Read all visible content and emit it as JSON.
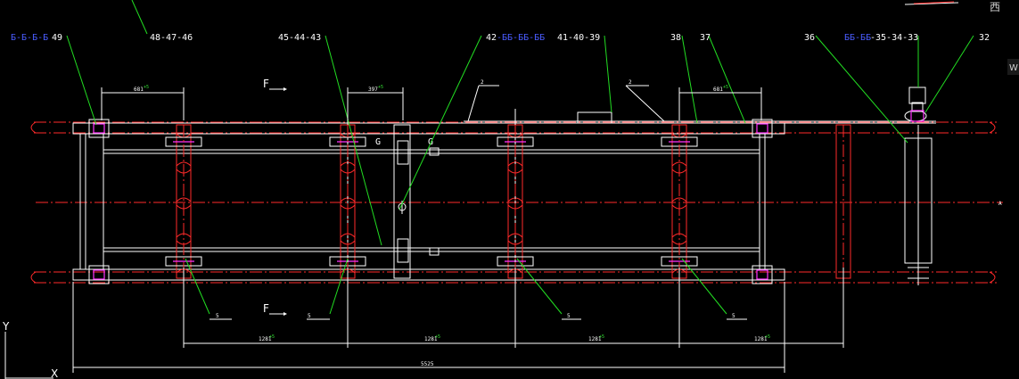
{
  "corner_glyph": "西",
  "corner_letter": "W",
  "axis_y": "Y",
  "axis_x": "X",
  "callouts": {
    "c49_prefix": "Б-Б-Б-Б",
    "c49": "49",
    "c48": "48-47-46",
    "c45": "45-44-43",
    "c42": "42",
    "c42_suffix": "-ББ-ББ-ББ",
    "c41": "41-40-39",
    "c38": "38",
    "c37": "37",
    "c36": "36",
    "c35_prefix": "ББ-ББ",
    "c35": "-35-34-33",
    "c32": "32"
  },
  "section_marks": {
    "f": "F",
    "g": "G"
  },
  "weld_marks": {
    "two": "2",
    "five": "5"
  },
  "dimensions": {
    "top_a": "681",
    "top_b": "397",
    "top_c": "681",
    "tol": "+5",
    "span": "1281",
    "overall": "5525"
  },
  "colors": {
    "red": "#ff2a2a",
    "white": "#ffffff",
    "green": "#22dd22",
    "magenta": "#ff33ff",
    "blue": "#4a5cff"
  }
}
